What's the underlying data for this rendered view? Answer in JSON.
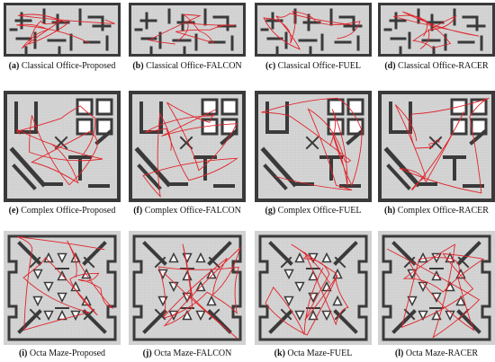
{
  "panels": [
    {
      "tag": "(a)",
      "caption": "Classical Office-Proposed",
      "map": "classical"
    },
    {
      "tag": "(b)",
      "caption": "Classical Office-FALCON",
      "map": "classical"
    },
    {
      "tag": "(c)",
      "caption": "Classical Office-FUEL",
      "map": "classical"
    },
    {
      "tag": "(d)",
      "caption": "Classical Office-RACER",
      "map": "classical"
    },
    {
      "tag": "(e)",
      "caption": "Complex Office-Proposed",
      "map": "complex"
    },
    {
      "tag": "(f)",
      "caption": "Complex Office-FALCON",
      "map": "complex"
    },
    {
      "tag": "(g)",
      "caption": "Complex Office-FUEL",
      "map": "complex"
    },
    {
      "tag": "(h)",
      "caption": "Complex Office-RACER",
      "map": "complex"
    },
    {
      "tag": "(i)",
      "caption": "Octa Maze-Proposed",
      "map": "octa"
    },
    {
      "tag": "(j)",
      "caption": "Octa Maze-FALCON",
      "map": "octa"
    },
    {
      "tag": "(k)",
      "caption": "Octa Maze-FUEL",
      "map": "octa"
    },
    {
      "tag": "(l)",
      "caption": "Octa Maze-RACER",
      "map": "octa"
    }
  ],
  "colors": {
    "floor": "#d6d6d6",
    "wall": "#3a3a3a",
    "trajectory": "#e0242a",
    "caption_text": "#111111"
  }
}
